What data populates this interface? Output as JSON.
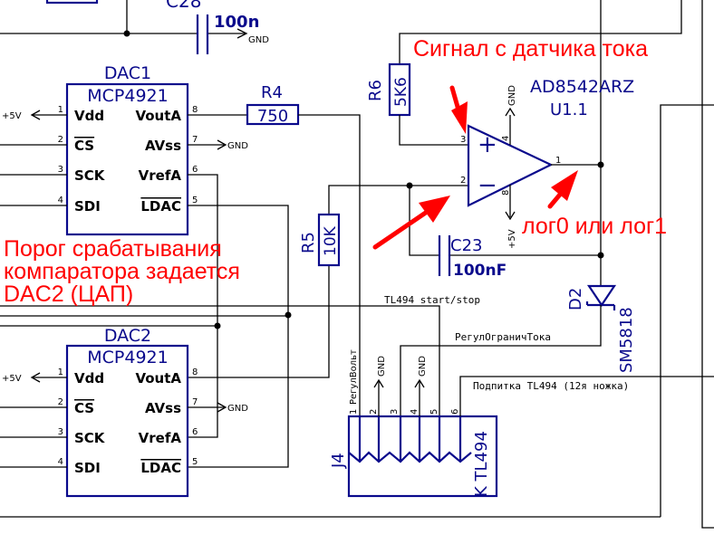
{
  "colors": {
    "wire": "#000000",
    "component": "#0a0a8c",
    "annotation": "#ff0000"
  },
  "top": {
    "cap_label": "C28",
    "cap_value": "100n",
    "gnd": "GND"
  },
  "dac1": {
    "ref": "DAC1",
    "part": "MCP4921",
    "left_pins": [
      {
        "num": "1",
        "name": "Vdd"
      },
      {
        "num": "2",
        "name": "CS"
      },
      {
        "num": "3",
        "name": "SCK"
      },
      {
        "num": "4",
        "name": "SDI"
      }
    ],
    "right_pins": [
      {
        "num": "8",
        "name": "VoutA"
      },
      {
        "num": "7",
        "name": "AVss"
      },
      {
        "num": "6",
        "name": "VrefA"
      },
      {
        "num": "5",
        "name": "LDAC"
      }
    ],
    "supply": "+5V",
    "gnd": "GND"
  },
  "dac2": {
    "ref": "DAC2",
    "part": "MCP4921",
    "left_pins": [
      {
        "num": "1",
        "name": "Vdd"
      },
      {
        "num": "2",
        "name": "CS"
      },
      {
        "num": "3",
        "name": "SCK"
      },
      {
        "num": "4",
        "name": "SDI"
      }
    ],
    "right_pins": [
      {
        "num": "8",
        "name": "VoutA"
      },
      {
        "num": "7",
        "name": "AVss"
      },
      {
        "num": "6",
        "name": "VrefA"
      },
      {
        "num": "5",
        "name": "LDAC"
      }
    ],
    "supply": "+5V",
    "gnd": "GND"
  },
  "r4": {
    "ref": "R4",
    "value": "750"
  },
  "r5": {
    "ref": "R5",
    "value": "10K"
  },
  "r6": {
    "ref": "R6",
    "value": "5K6"
  },
  "c23": {
    "ref": "C23",
    "value": "100nF"
  },
  "opamp": {
    "part": "AD8542ARZ",
    "ref": "U1.1",
    "pin_plus": "3",
    "pin_minus": "2",
    "pin_out": "1",
    "pin_gnd": "4",
    "pin_vcc": "8",
    "gnd": "GND",
    "vcc": "+5V",
    "plus": "+",
    "minus": "−"
  },
  "d2": {
    "ref": "D2",
    "part": "SM5818"
  },
  "j4": {
    "ref": "J4",
    "name": "K TL494",
    "pins": [
      "1",
      "2",
      "3",
      "4",
      "5",
      "6"
    ],
    "pin1_net": "РегулВольт",
    "gnd": "GND"
  },
  "nets": {
    "start_stop": "TL494 start/stop",
    "current_limit": "РегулОграничТока",
    "feed": "Подпитка TL494 (12я ножка)"
  },
  "annotations": {
    "sensor_signal": "Сигнал с датчика тока",
    "logic_out": "лог0 или лог1",
    "threshold_1": "Порог срабатывания",
    "threshold_2": "компаратора задается",
    "threshold_3": "DAC2 (ЦАП)"
  }
}
